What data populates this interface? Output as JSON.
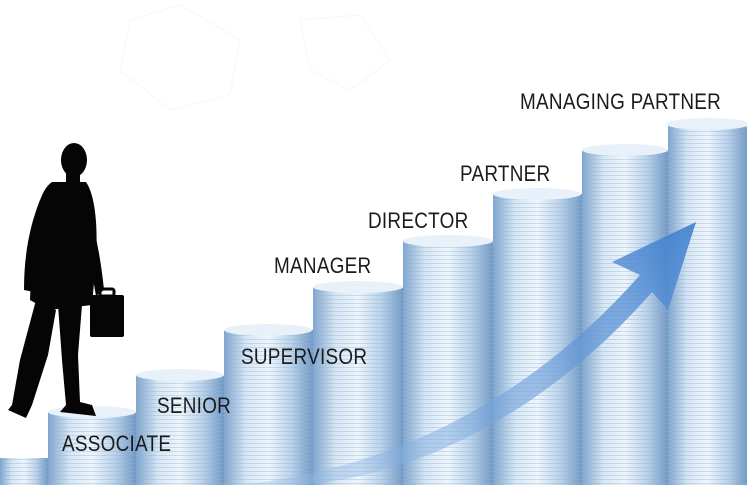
{
  "career_ladder": {
    "steps": [
      {
        "label": "ASSOCIATE"
      },
      {
        "label": "SENIOR"
      },
      {
        "label": "SUPERVISOR"
      },
      {
        "label": "MANAGER"
      },
      {
        "label": "DIRECTOR"
      },
      {
        "label": "PARTNER"
      },
      {
        "label": "MANAGING PARTNER"
      }
    ]
  },
  "colors": {
    "coin_light": "#e6f0f9",
    "coin_mid": "#a9c6e3",
    "coin_dark": "#6f97c4",
    "arrow": "#5b8fd0",
    "silhouette": "#050505"
  },
  "icons": [
    "businessman-silhouette",
    "upward-arrow"
  ]
}
